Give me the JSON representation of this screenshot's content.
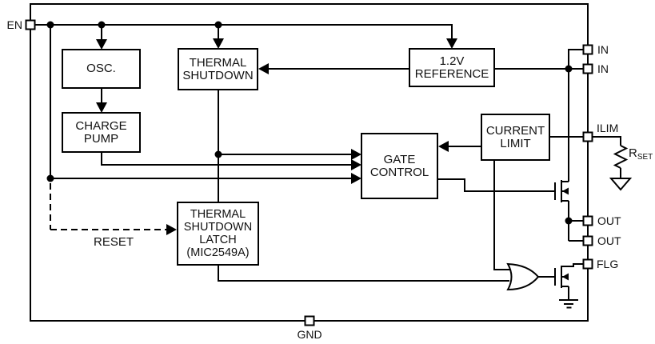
{
  "colors": {
    "stroke": "#000000",
    "background": "#ffffff"
  },
  "pins": {
    "en": "EN",
    "in_top": "IN",
    "in_bottom": "IN",
    "ilim": "ILIM",
    "out_top": "OUT",
    "out_bottom": "OUT",
    "flg": "FLG",
    "gnd": "GND"
  },
  "blocks": {
    "osc": {
      "lines": [
        "OSC."
      ]
    },
    "charge_pump": {
      "lines": [
        "CHARGE",
        "PUMP"
      ]
    },
    "thermal_shutdown": {
      "lines": [
        "THERMAL",
        "SHUTDOWN"
      ]
    },
    "reference": {
      "lines": [
        "1.2V",
        "REFERENCE"
      ]
    },
    "current_limit": {
      "lines": [
        "CURRENT",
        "LIMIT"
      ]
    },
    "gate_control": {
      "lines": [
        "GATE",
        "CONTROL"
      ]
    },
    "thermal_shutdown_latch": {
      "lines": [
        "THERMAL",
        "SHUTDOWN",
        "LATCH",
        "(MIC2549A)"
      ]
    }
  },
  "labels": {
    "reset": "RESET"
  },
  "resistor": {
    "name": "R",
    "subscript": "SET"
  }
}
